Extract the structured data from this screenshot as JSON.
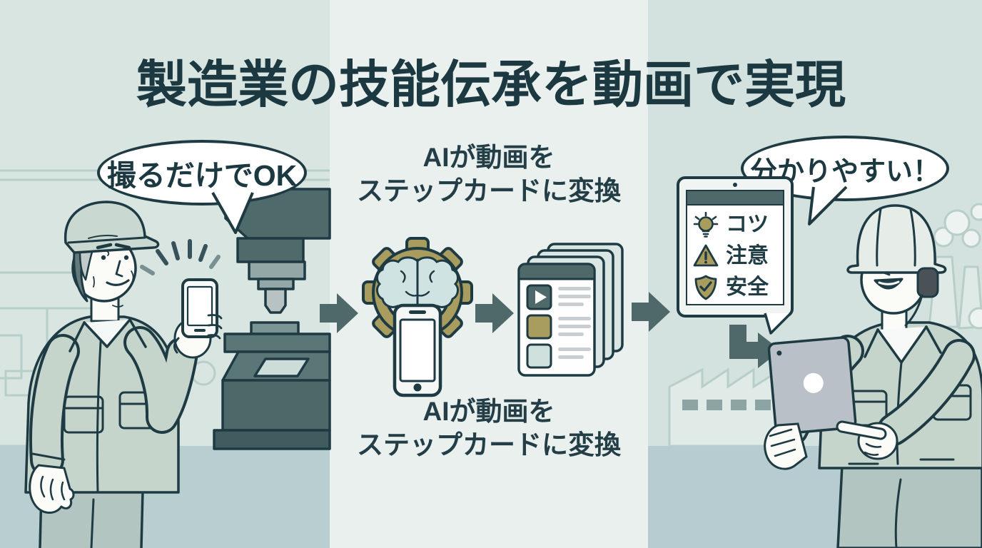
{
  "title": "製造業の技能伝承を動画で実現",
  "left_scene": {
    "speech_bubble": "撮るだけでOK"
  },
  "process": {
    "caption_top": {
      "line1": "AIが動画を",
      "line2": "ステップカードに変換"
    },
    "caption_bottom": {
      "line1": "AIが動画を",
      "line2": "ステップカードに変換"
    }
  },
  "step_panel": {
    "items": [
      {
        "icon": "lightbulb-icon",
        "label": "コツ"
      },
      {
        "icon": "warning-triangle-icon",
        "label": "注意"
      },
      {
        "icon": "shield-check-icon",
        "label": "安全"
      }
    ]
  },
  "right_scene": {
    "speech_bubble": "分かりやすい！"
  },
  "icons": {
    "flow_arrows": [
      "arrow-right-icon",
      "arrow-right-icon",
      "arrow-right-icon",
      "arrow-down-right-icon"
    ],
    "ai": "gear-brain-icon",
    "capture": "smartphone-icon",
    "cards": "step-cards-icon",
    "viewer": "tablet-icon"
  },
  "colors": {
    "ink": "#1e3a43",
    "slate": "#4f696b",
    "gold": "#a89c5f",
    "band_left": "#d9e5e1",
    "band_middle": "#e9f0ed",
    "band_right": "#d3e2df",
    "floor": "#b8cdd1",
    "brain_blue": "#cfe3e2",
    "uniform_green": "#c5d5cc",
    "bubble_white": "#ffffff",
    "tablet_gray": "#b9c0c7"
  }
}
